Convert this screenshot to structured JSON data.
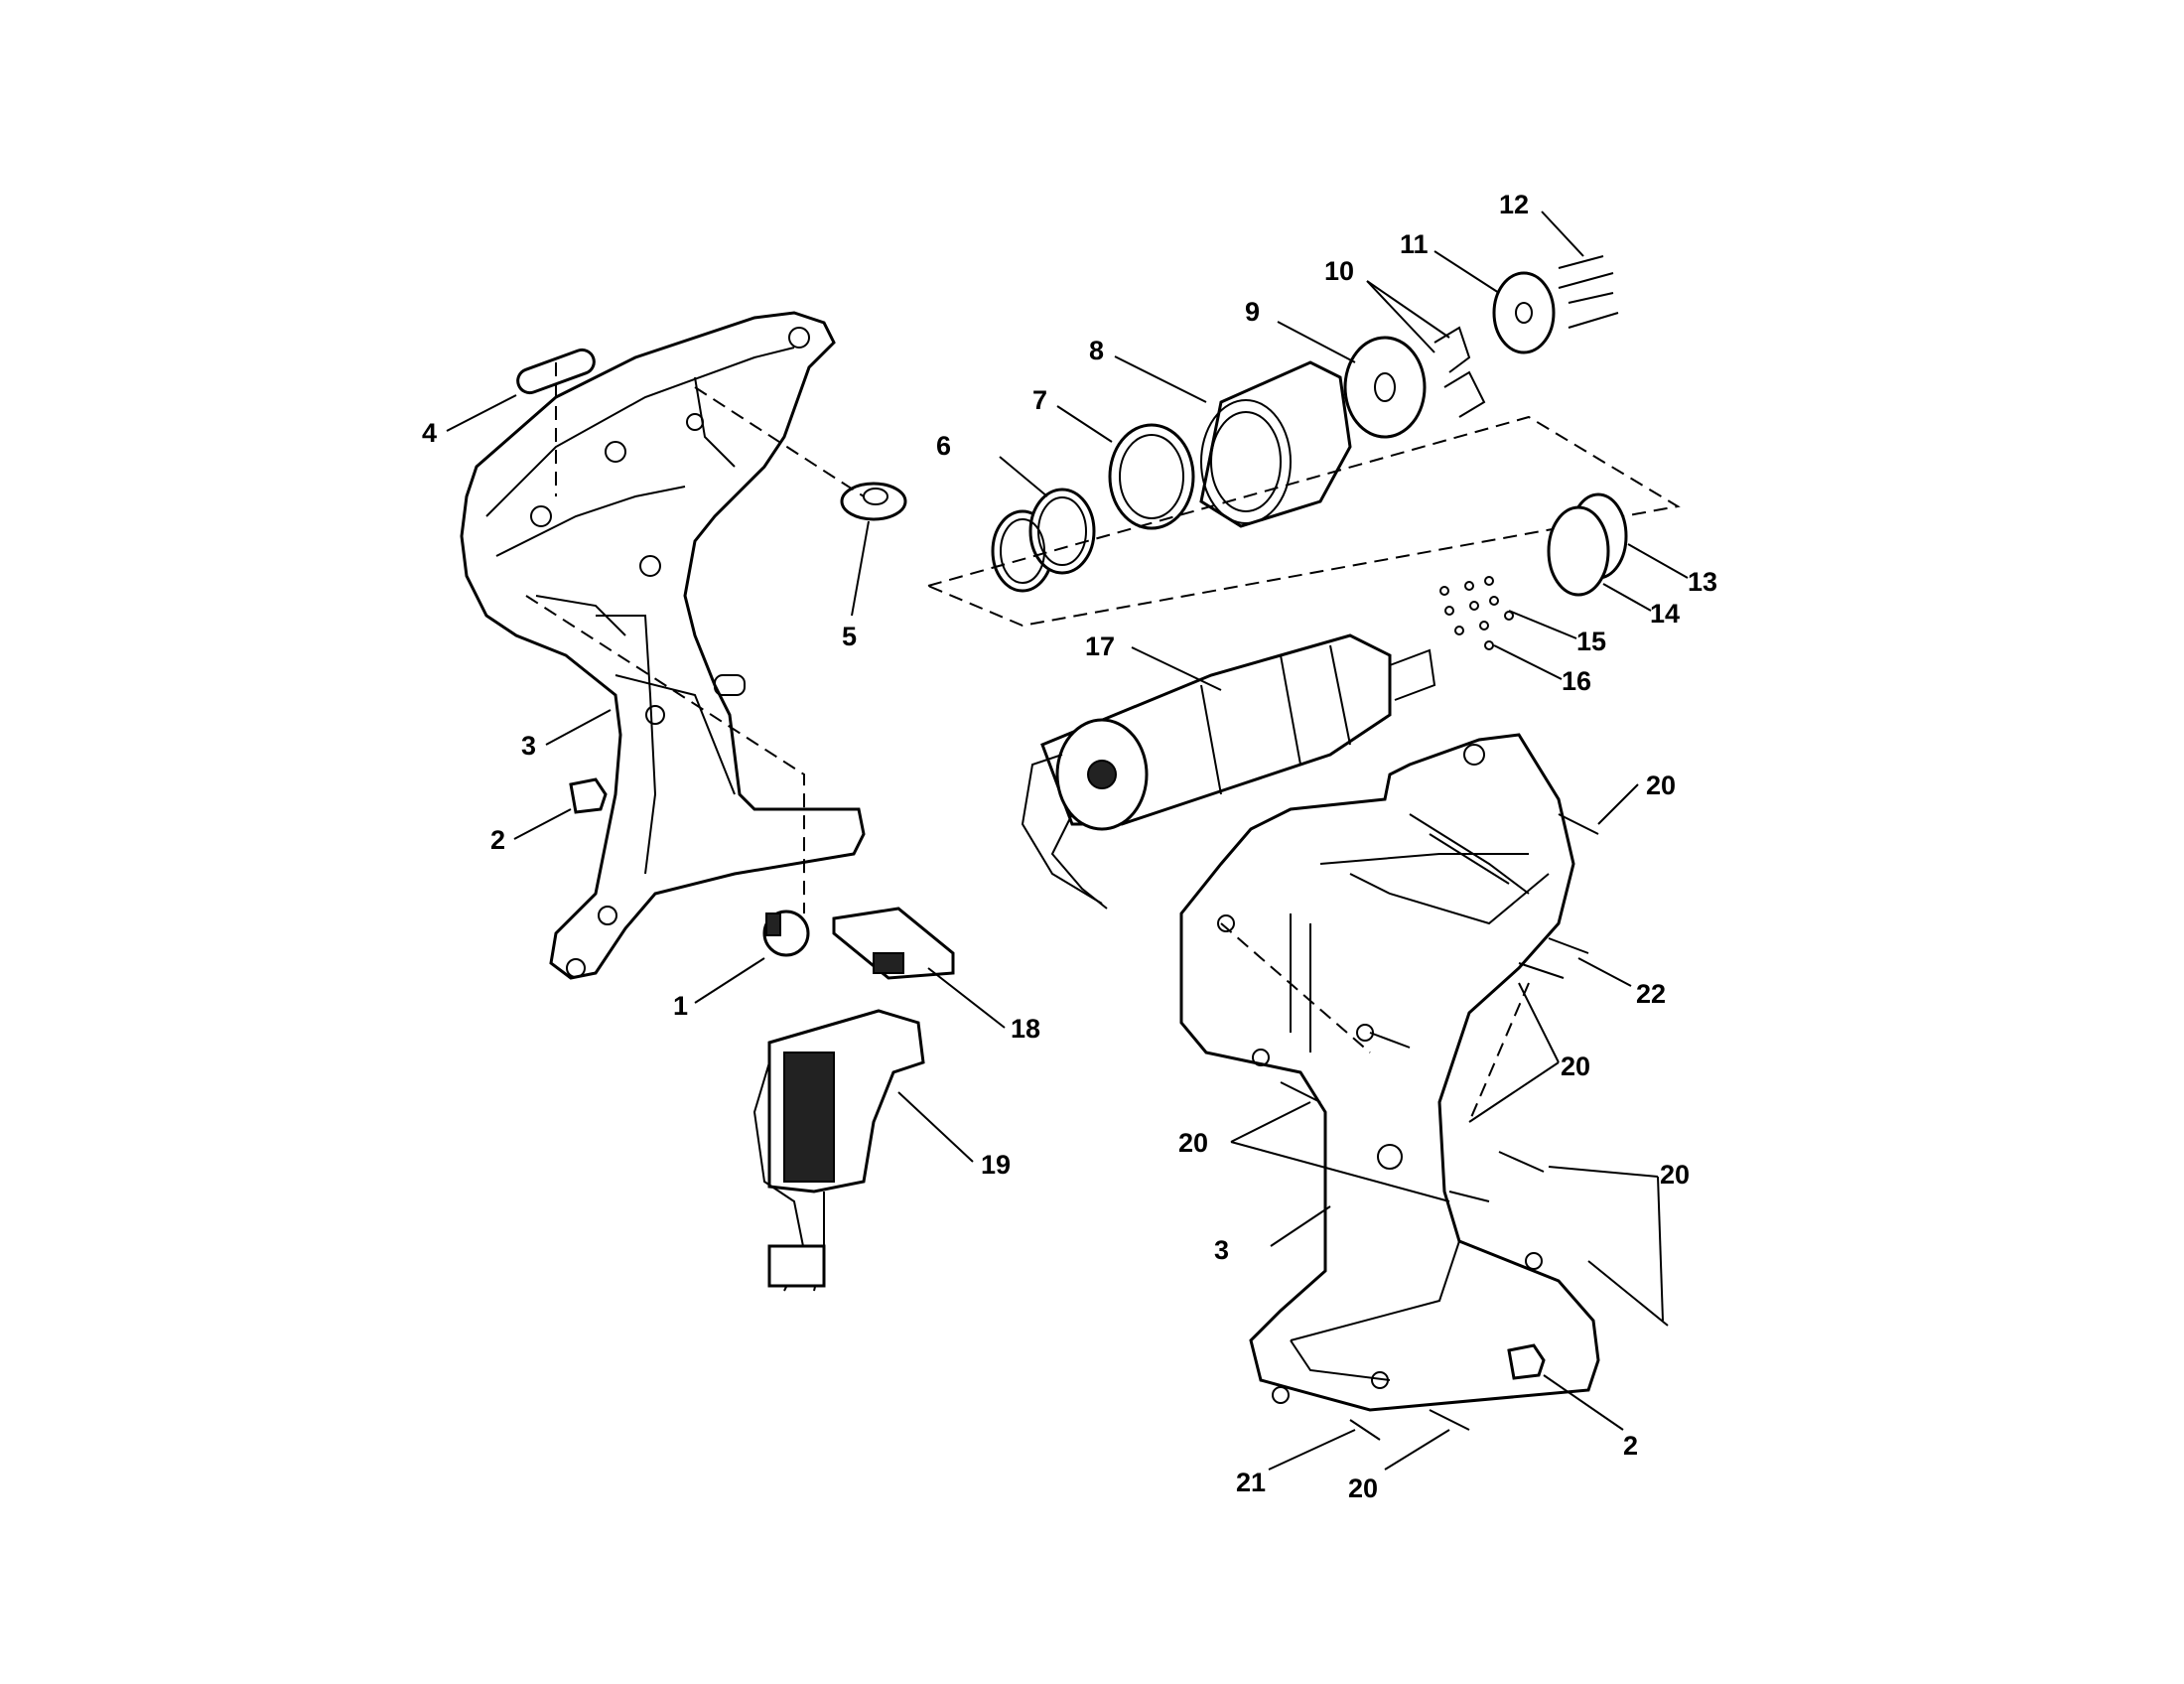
{
  "callouts": {
    "c1": "1",
    "c2a": "2",
    "c2b": "2",
    "c3a": "3",
    "c3b": "3",
    "c4": "4",
    "c5": "5",
    "c6": "6",
    "c7": "7",
    "c8": "8",
    "c9": "9",
    "c10": "10",
    "c11": "11",
    "c12": "12",
    "c13": "13",
    "c14": "14",
    "c15": "15",
    "c16": "16",
    "c17": "17",
    "c18": "18",
    "c19": "19",
    "c20a": "20",
    "c20b": "20",
    "c20c": "20",
    "c20d": "20",
    "c20e": "20",
    "c21": "21",
    "c22": "22"
  }
}
